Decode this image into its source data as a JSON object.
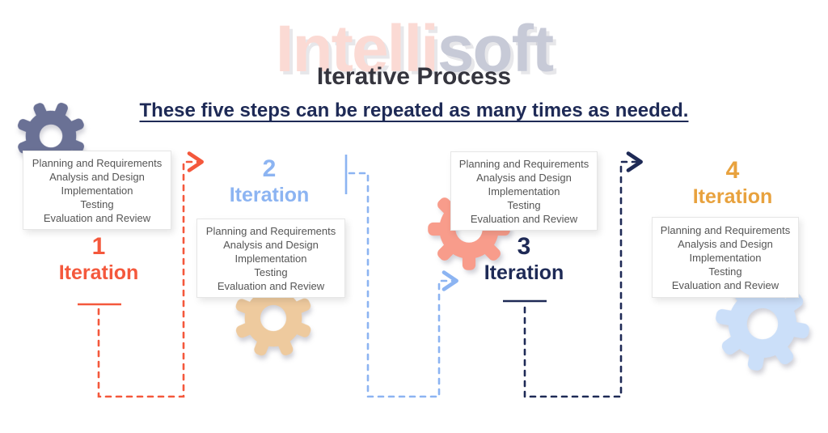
{
  "watermark": {
    "left": "Intelli",
    "right": "soft",
    "left_color": "#FBDAD4",
    "right_color": "#C7CAD7"
  },
  "header": {
    "title": "Iterative Process",
    "subtitle": "These five steps can be repeated as many times as needed."
  },
  "steps": [
    "Planning and Requirements",
    "Analysis and Design",
    "Implementation",
    "Testing",
    "Evaluation and Review"
  ],
  "iterations": [
    {
      "number": "1",
      "label": "Iteration",
      "color": "#F4583C"
    },
    {
      "number": "2",
      "label": "Iteration",
      "color": "#8CB4F2"
    },
    {
      "number": "3",
      "label": "Iteration",
      "color": "#1E2A56"
    },
    {
      "number": "4",
      "label": "Iteration",
      "color": "#E8A23E"
    }
  ],
  "gears": [
    {
      "name": "slate-gear",
      "color": "#6A7195"
    },
    {
      "name": "tan-gear",
      "color": "#EECA9E"
    },
    {
      "name": "salmon-gear",
      "color": "#F89C8B"
    },
    {
      "name": "blue-gear",
      "color": "#CBDFF9"
    }
  ],
  "connectors": [
    {
      "from": "iteration-1",
      "to": "iteration-2",
      "color": "#F4583C"
    },
    {
      "from": "iteration-2",
      "to": "iteration-3",
      "color": "#8CB4F2"
    },
    {
      "from": "iteration-3",
      "to": "iteration-4",
      "color": "#1E2A56"
    }
  ]
}
